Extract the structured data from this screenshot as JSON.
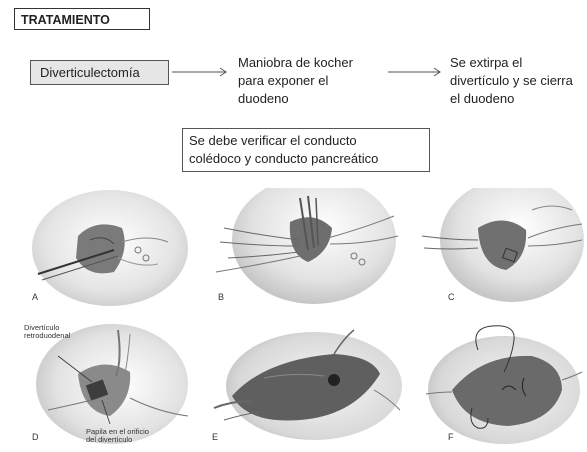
{
  "slide": {
    "title": "TRATAMIENTO",
    "procedure": "Diverticulectomía",
    "step1": "Maniobra de kocher\npara exponer el\nduodeno",
    "step2": "Se extirpa el\ndivertículo y se cierra\nel duodeno",
    "note": "Se debe verificar el conducto\ncolédoco y conducto pancreático"
  },
  "figure": {
    "panels": [
      {
        "label": "A"
      },
      {
        "label": "B"
      },
      {
        "label": "C"
      },
      {
        "label": "D"
      },
      {
        "label": "E"
      },
      {
        "label": "F"
      }
    ],
    "annotation_d1": "Divertículo\nretroduodenal",
    "annotation_d2": "Papila en el orificio\ndel divertículo"
  }
}
